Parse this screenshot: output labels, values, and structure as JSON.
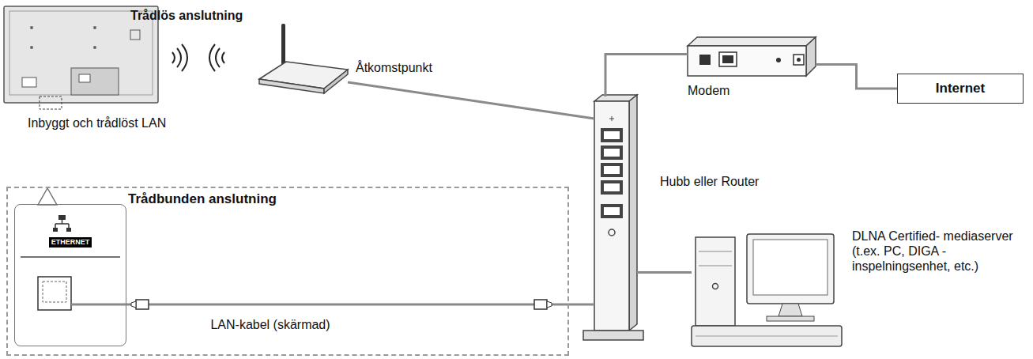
{
  "diagram": {
    "nodes": [
      {
        "text": [
          "Inbyggt och trådlöst LAN"
        ]
      },
      {
        "text": [
          "Åtkomstpunkt"
        ]
      },
      {
        "text": [
          "Modem"
        ]
      },
      {
        "text": [
          "Internet"
        ]
      },
      {
        "text": [
          "Hubb eller Router"
        ]
      },
      {
        "text": [
          "Trådbunden anslutning"
        ]
      },
      {
        "text": [
          "ETHERNET"
        ],
        "in": 5
      },
      {
        "text": [
          "DLNA Certified- mediaserver (t.ex. PC, DIGA -inspelningsenhet, etc.)"
        ]
      }
    ],
    "edges": [
      {
        "from": 1,
        "to": 4,
        "arrow": "none"
      },
      {
        "from": 4,
        "to": 2,
        "arrow": "none"
      },
      {
        "from": 2,
        "to": 3,
        "arrow": "none"
      },
      {
        "from": 4,
        "to": 7,
        "arrow": "none"
      },
      {
        "from": 6,
        "to": 4,
        "arrow": "none",
        "label": "LAN-kabel (skärmad)"
      }
    ],
    "labels": [
      "Trådlös anslutning"
    ]
  }
}
